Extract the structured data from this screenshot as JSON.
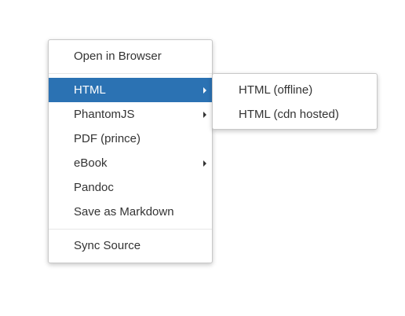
{
  "main_menu": {
    "items": [
      {
        "label": "Open in Browser"
      },
      {
        "label": "HTML",
        "has_submenu": true,
        "active": true
      },
      {
        "label": "PhantomJS",
        "has_submenu": true
      },
      {
        "label": "PDF (prince)"
      },
      {
        "label": "eBook",
        "has_submenu": true
      },
      {
        "label": "Pandoc"
      },
      {
        "label": "Save as Markdown"
      },
      {
        "label": "Sync Source"
      }
    ]
  },
  "submenu": {
    "parent": "HTML",
    "items": [
      {
        "label": "HTML (offline)"
      },
      {
        "label": "HTML (cdn hosted)"
      }
    ]
  },
  "colors": {
    "active_background": "#2b72b3",
    "active_text": "#ffffff",
    "text": "#333333",
    "border": "#c8c8c8"
  },
  "icons": {
    "submenu_indicator": "caret-right-icon"
  }
}
